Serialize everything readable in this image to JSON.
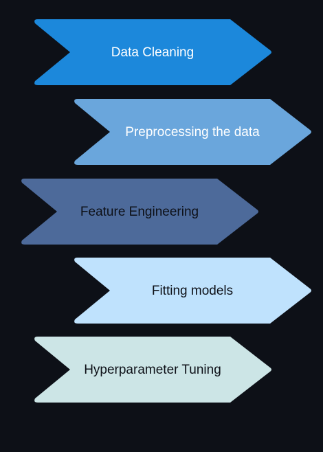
{
  "background": "#0d1017",
  "steps": [
    {
      "label": "Data Cleaning",
      "fill": "#1c88db",
      "text_color": "#ffffff"
    },
    {
      "label": "Preprocessing the data",
      "fill": "#6aa6dc",
      "text_color": "#ffffff"
    },
    {
      "label": "Feature Engineering",
      "fill": "#4d6a9a",
      "text_color": "#0d1017"
    },
    {
      "label": "Fitting models",
      "fill": "#bfe2fd",
      "text_color": "#0d1017"
    },
    {
      "label": "Hyperparameter Tuning",
      "fill": "#cce5e6",
      "text_color": "#0d1017"
    }
  ]
}
